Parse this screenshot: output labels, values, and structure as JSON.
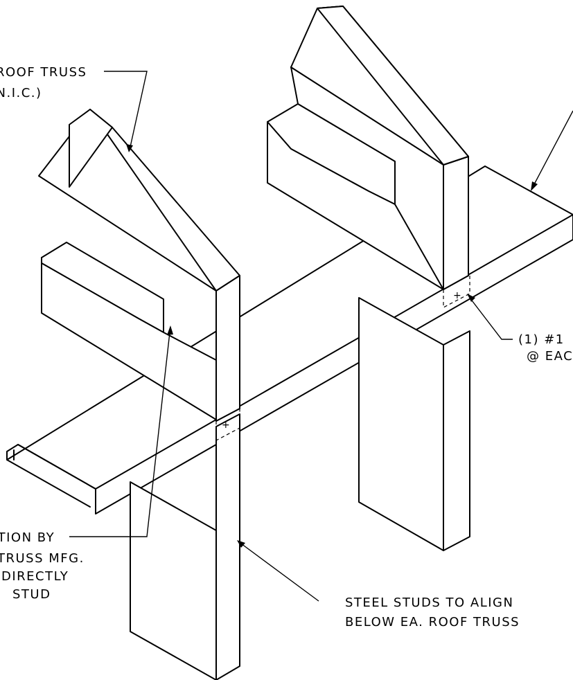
{
  "notes": {
    "roof_truss": [
      "ROOF TRUSS",
      "(N.I.C.)"
    ],
    "connection": [
      "CONNECTION BY",
      "TRUSS MFG.",
      "DIRECTLY",
      "STUD"
    ],
    "steel_studs": [
      "STEEL STUDS TO ALIGN",
      "BELOW EA. ROOF TRUSS"
    ],
    "screw": [
      "(1) #1",
      "@ EAC"
    ]
  }
}
